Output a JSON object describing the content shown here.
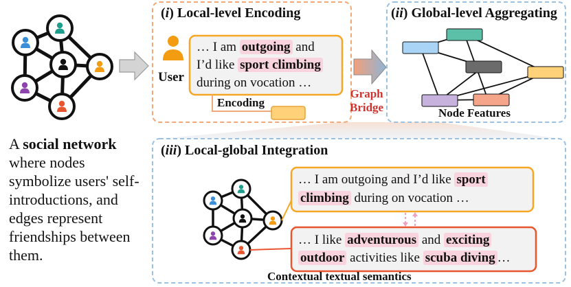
{
  "panel_local": {
    "title_num": "i",
    "title": "Local-level Encoding",
    "user_label": "User",
    "text_pre1": "… I am",
    "text_hl1": "outgoing",
    "text_post1": "and",
    "text_pre2": "I’d like",
    "text_hl2": "sport climbing",
    "text_line3": "during on vocation …",
    "encoding_label": "Encoding"
  },
  "panel_global": {
    "title_num": "ii",
    "title": "Global-level Aggregating",
    "caption": "Node Features"
  },
  "bridge": {
    "line1": "Graph",
    "line2": "Bridge"
  },
  "description": {
    "pre": "A",
    "bold": "social network",
    "lines": [
      "where nodes",
      "symbolize users' self-",
      "introductions, and",
      "edges represent",
      "friendships between",
      "them."
    ]
  },
  "panel_integration": {
    "title_num": "iii",
    "title": "Local-global Integration",
    "text1_pre": "… I am outgoing and I’d like",
    "text1_hl1": "sport",
    "text1_hl2": "climbing",
    "text1_post": "during on vocation …",
    "text2_pre": "… I like",
    "text2_hl1": "adventurous",
    "text2_mid": "and",
    "text2_hl2": "exciting",
    "text2_hl3": "outdoor",
    "text2_mid2": "activities like",
    "text2_hl4": "scuba diving",
    "text2_post": "…",
    "caption": "Contextual textual semantics"
  },
  "colors": {
    "orange_dash": "#f0a877",
    "blue_dash": "#9cc0df",
    "user_blue": "#3a8fd8",
    "user_teal": "#1f9e8e",
    "user_orange": "#f39c12",
    "user_purple": "#8e44ad",
    "user_red": "#e8552f",
    "highlight": "#f9d4de",
    "feature_blue": "#a9d4f5",
    "feature_teal": "#5cc0a8",
    "feature_gray": "#6b6b6b",
    "feature_yellow": "#ffd27a",
    "feature_purple": "#c7b2dd",
    "feature_salmon": "#f4a58a"
  }
}
